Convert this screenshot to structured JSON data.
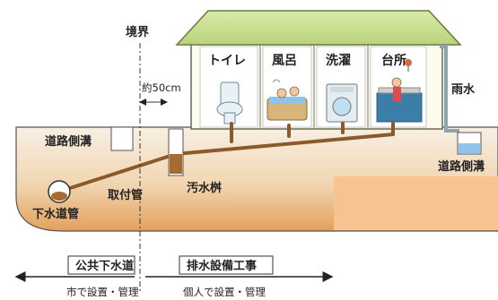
{
  "labels": {
    "boundary": "境界",
    "distance": "約50cm",
    "toilet": "トイレ",
    "bath": "風呂",
    "laundry": "洗濯",
    "kitchen": "台所",
    "rainwater": "雨水",
    "road_gutter_left": "道路側溝",
    "road_gutter_right": "道路側溝",
    "sewer_main": "下水道管",
    "connection_pipe": "取付管",
    "drain_basin": "汚水桝"
  },
  "legend": {
    "public_title": "公共下水道",
    "public_sub": "市で設置・管理",
    "private_title": "排水設備工事",
    "private_sub": "個人で設置・管理"
  },
  "colors": {
    "ground_fill": "#f3e6d4",
    "ground_gradient_end": "#e4a05c",
    "house_body": "#fbfbee",
    "roof": "#c9df92",
    "pipe": "#8b5a2b",
    "water": "#8fc4ea",
    "highlight_box": "#f7c391"
  }
}
